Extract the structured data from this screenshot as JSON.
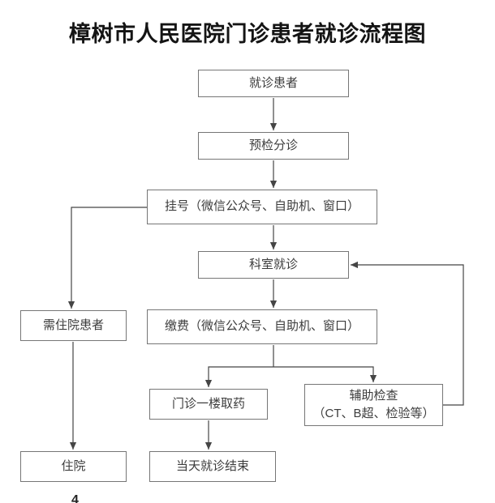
{
  "title": "樟树市人民医院门诊患者就诊流程图",
  "nodes": {
    "patient": {
      "label": "就诊患者"
    },
    "triage": {
      "label": "预检分诊"
    },
    "register": {
      "label": "挂号（微信公众号、自助机、窗口）"
    },
    "department": {
      "label": "科室就诊"
    },
    "payment": {
      "label": "缴费（微信公众号、自助机、窗口）"
    },
    "need_hospitalization": {
      "label": "需住院患者"
    },
    "pharmacy": {
      "label": "门诊一楼取药"
    },
    "aux_exam": {
      "line1": "辅助检查",
      "line2": "（CT、B超、检验等）"
    },
    "hospitalization": {
      "label": "住院"
    },
    "visit_end": {
      "label": "当天就诊结束"
    }
  },
  "artifact": {
    "glyph": "4"
  },
  "colors": {
    "background": "#ffffff",
    "box_border": "#767676",
    "box_text": "#3c3c3c",
    "connector": "#454545",
    "title_text": "#141414"
  }
}
